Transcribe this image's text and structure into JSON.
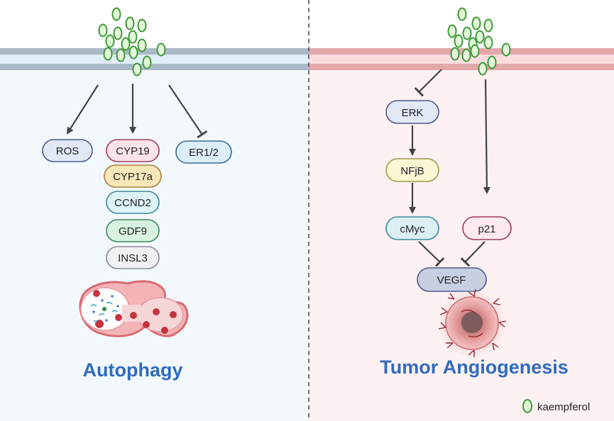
{
  "left_panel": {
    "nodes": [
      {
        "id": "ros",
        "label": "ROS",
        "fill": "#e3e8f6",
        "stroke": "#4a5a8c"
      },
      {
        "id": "cyp19",
        "label": "CYP19",
        "fill": "#fbe3ea",
        "stroke": "#a33a5a"
      },
      {
        "id": "er12",
        "label": "ER1/2",
        "fill": "#dceefa",
        "stroke": "#3b6e96"
      },
      {
        "id": "cyp17a",
        "label": "CYP17a",
        "fill": "#f7e6b8",
        "stroke": "#a2853a"
      },
      {
        "id": "ccnd2",
        "label": "CCND2",
        "fill": "#def3f6",
        "stroke": "#3d8a96"
      },
      {
        "id": "gdf9",
        "label": "GDF9",
        "fill": "#d8f2e2",
        "stroke": "#3e8a5c"
      },
      {
        "id": "insl3",
        "label": "INSL3",
        "fill": "#f1f1f4",
        "stroke": "#8a8a99"
      }
    ],
    "title": "Autophagy"
  },
  "right_panel": {
    "nodes": [
      {
        "id": "erk",
        "label": "ERK",
        "fill": "#e3e8f6",
        "stroke": "#4a5a8c"
      },
      {
        "id": "nfjb",
        "label": "NFjB",
        "fill": "#fbf6d4",
        "stroke": "#a09a4a"
      },
      {
        "id": "cmyc",
        "label": "cMyc",
        "fill": "#dbf0f3",
        "stroke": "#3d8a96"
      },
      {
        "id": "p21",
        "label": "p21",
        "fill": "#fde9ee",
        "stroke": "#9c3a55"
      },
      {
        "id": "vegf",
        "label": "VEGF",
        "fill": "#c9cfe3",
        "stroke": "#4a5a8c"
      }
    ],
    "title": "Tumor Angiogenesis"
  },
  "legend": {
    "label": "kaempferol",
    "icon": "kaempferol-oval-icon"
  },
  "colors": {
    "title": "#2f6bbf",
    "left_bg": "#f3f8fc",
    "right_bg": "#fdf1f2",
    "left_membrane": "#a9bac6",
    "right_membrane": "#e3a7ab",
    "kaempferol_fill": "#e4f6d8",
    "kaempferol_stroke": "#3f9a3a",
    "arrow": "#444444"
  }
}
